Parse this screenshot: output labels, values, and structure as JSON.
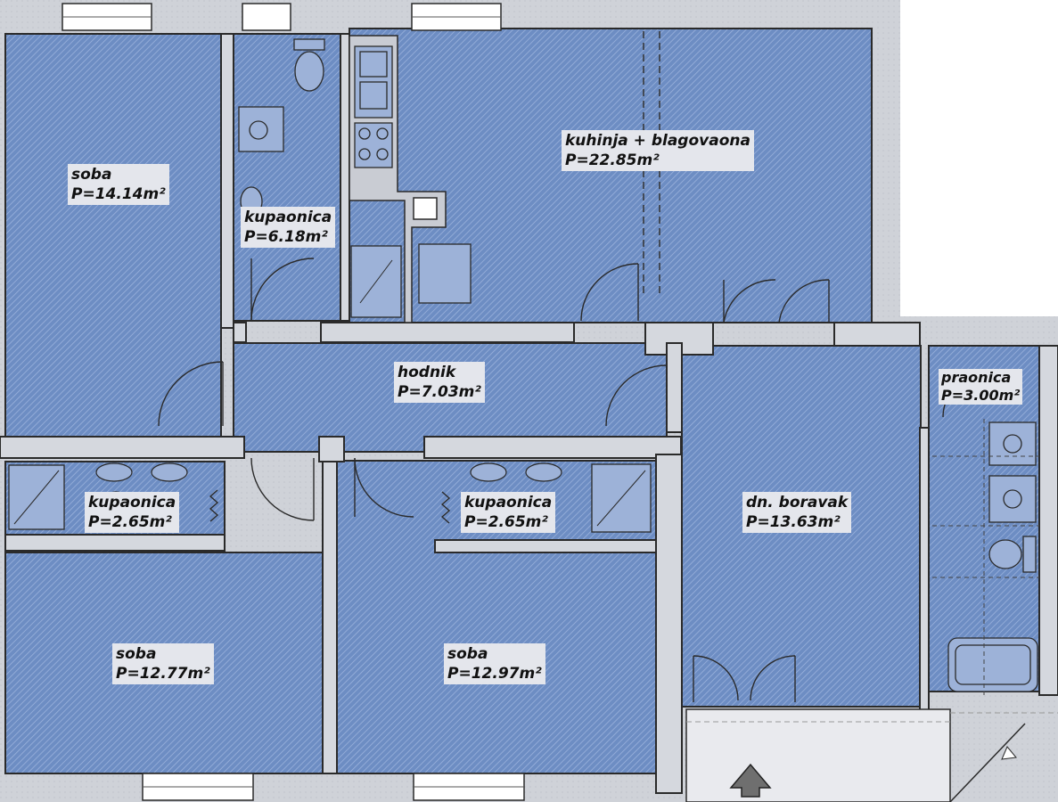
{
  "rooms": [
    {
      "id": "soba_1",
      "name": "soba",
      "area": "P=14.14m²"
    },
    {
      "id": "kupaonica_1",
      "name": "kupaonica",
      "area": "P=6.18m²"
    },
    {
      "id": "kuhinja",
      "name": "kuhinja + blagovaona",
      "area": "P=22.85m²"
    },
    {
      "id": "hodnik",
      "name": "hodnik",
      "area": "P=7.03m²"
    },
    {
      "id": "praonica",
      "name": "praonica",
      "area": "P=3.00m²"
    },
    {
      "id": "kupaonica_2",
      "name": "kupaonica",
      "area": "P=2.65m²"
    },
    {
      "id": "kupaonica_3",
      "name": "kupaonica",
      "area": "P=2.65m²"
    },
    {
      "id": "boravak",
      "name": "dn. boravak",
      "area": "P=13.63m²"
    },
    {
      "id": "soba_2",
      "name": "soba",
      "area": "P=12.77m²"
    },
    {
      "id": "soba_3",
      "name": "soba",
      "area": "P=12.97m²"
    }
  ],
  "colors": {
    "room_fill": "#6f8fc4",
    "hatch": "#8fa9d6",
    "wall": "#c9ccd3",
    "wall_stroke": "#2a2a2a",
    "label_bg": "#e4e6ec"
  },
  "icons": [
    "entrance-arrow-icon",
    "toilet-icon",
    "sink-icon",
    "shower-icon",
    "stove-icon",
    "washing-machine-icon",
    "bathtub-icon",
    "radiator-icon"
  ]
}
